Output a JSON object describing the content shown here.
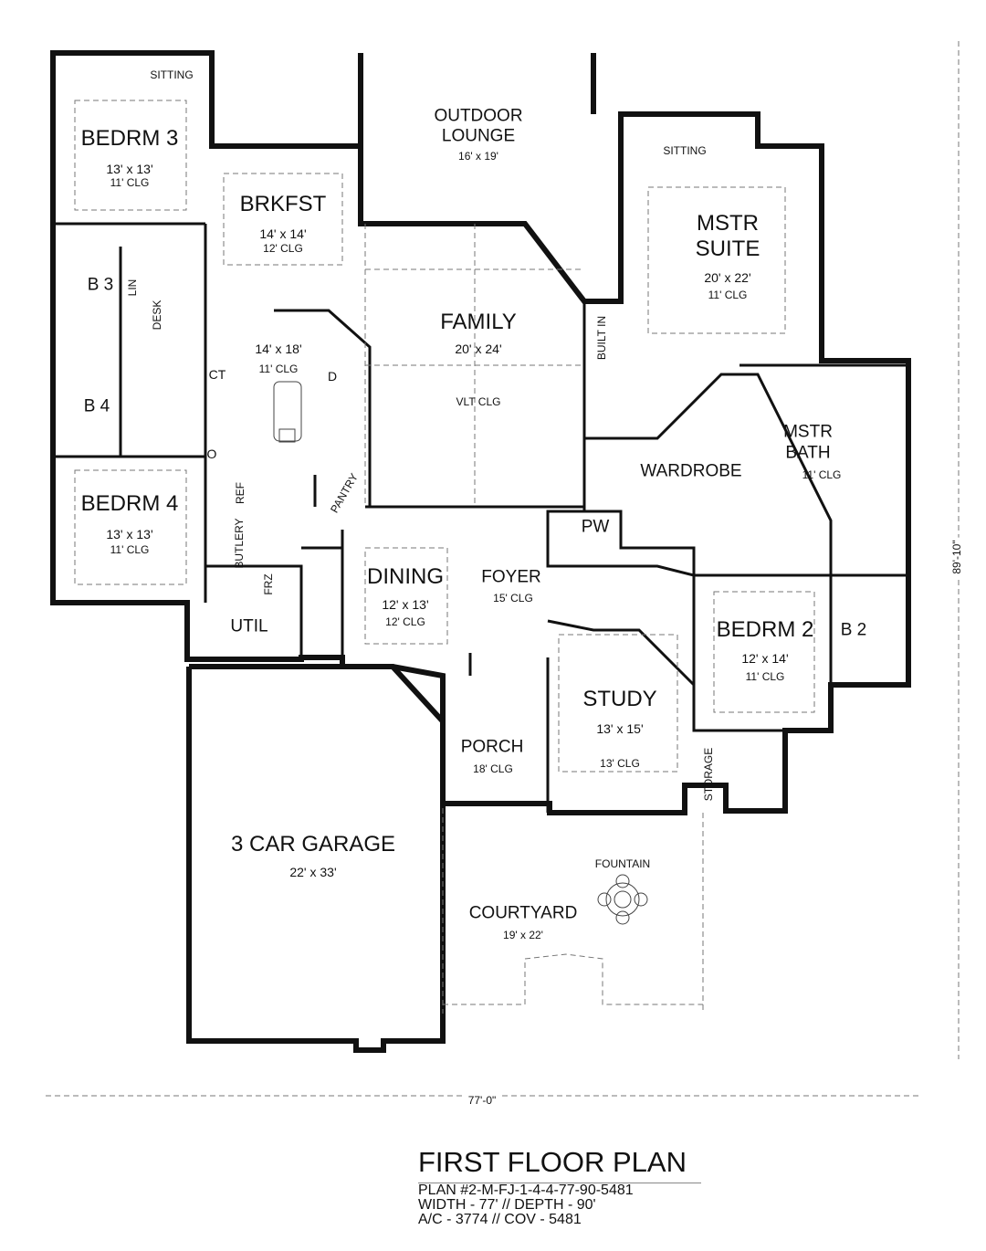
{
  "plan_title": "FIRST FLOOR PLAN",
  "plan_info": [
    "PLAN #2-M-FJ-1-4-4-77-90-5481",
    "WIDTH - 77' // DEPTH - 90'",
    "A/C - 3774 // COV - 5481"
  ],
  "dimensions": {
    "width": "77'-0\"",
    "depth": "89'-10\""
  },
  "rooms": {
    "sitting_left": "SITTING",
    "bedrm3": {
      "name": "BEDRM 3",
      "size": "13' x 13'",
      "clg": "11' CLG"
    },
    "outdoor_lounge": {
      "name1": "OUTDOOR",
      "name2": "LOUNGE",
      "size": "16' x 19'"
    },
    "sitting_right": "SITTING",
    "brkfst": {
      "name": "BRKFST",
      "size": "14' x 14'",
      "clg": "12' CLG"
    },
    "mstr_suite": {
      "name1": "MSTR",
      "name2": "SUITE",
      "size": "20' x 22'",
      "clg": "11' CLG"
    },
    "b3": "B 3",
    "lin": "LIN",
    "desk": "DESK",
    "family": {
      "name": "FAMILY",
      "size": "20' x 24'",
      "clg": "VLT CLG"
    },
    "kitchen": {
      "size": "14' x 18'",
      "clg": "11' CLG",
      "ct": "CT",
      "d": "D",
      "o": "O",
      "ref": "REF"
    },
    "built_in": "BUILT IN",
    "b4": "B 4",
    "mstr_bath": {
      "name1": "MSTR",
      "name2": "BATH",
      "clg": "11' CLG"
    },
    "wardrobe": "WARDROBE",
    "pantry": "PANTRY",
    "bedrm4": {
      "name": "BEDRM 4",
      "size": "13' x 13'",
      "clg": "11' CLG"
    },
    "pw": "PW",
    "butlery": "BUTLERY",
    "frz": "FRZ",
    "dining": {
      "name": "DINING",
      "size": "12' x 13'",
      "clg": "12' CLG"
    },
    "foyer": {
      "name": "FOYER",
      "clg": "15' CLG"
    },
    "bedrm2": {
      "name": "BEDRM 2",
      "size": "12' x 14'",
      "clg": "11' CLG"
    },
    "b2": "B 2",
    "util": "UTIL",
    "study": {
      "name": "STUDY",
      "size": "13' x 15'",
      "clg": "13' CLG"
    },
    "porch": {
      "name": "PORCH",
      "clg": "18' CLG"
    },
    "storage": "STORAGE",
    "garage": {
      "name": "3 CAR GARAGE",
      "size": "22' x 33'"
    },
    "fountain": "FOUNTAIN",
    "courtyard": {
      "name": "COURTYARD",
      "size": "19' x 22'"
    }
  }
}
